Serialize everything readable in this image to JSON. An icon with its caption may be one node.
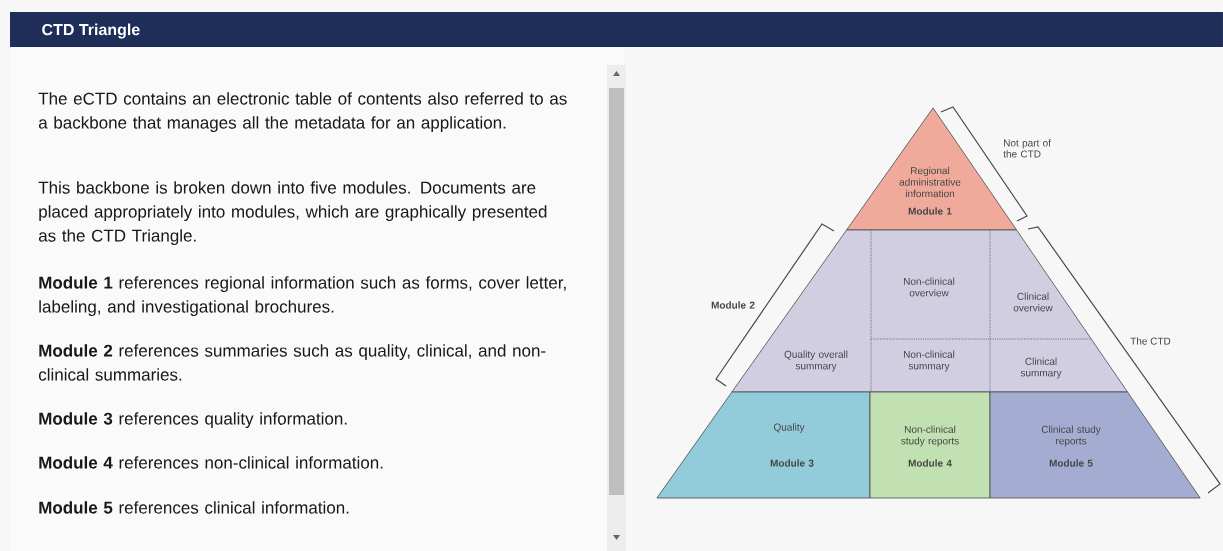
{
  "diagram": {
    "title": "CTD Triangle",
    "nodes": [
      {
        "text": [
          "Regional administrative information",
          "Module 1"
        ]
      },
      {
        "text": [
          "Module 2"
        ]
      },
      {
        "text": [
          "Non-clinical overview"
        ],
        "in": 1
      },
      {
        "text": [
          "Clinical overview"
        ],
        "in": 1
      },
      {
        "text": [
          "Quality overall summary"
        ],
        "in": 1
      },
      {
        "text": [
          "Non-clinical summary"
        ],
        "in": 1
      },
      {
        "text": [
          "Clinical summary"
        ],
        "in": 1
      },
      {
        "text": [
          "Quality",
          "Module 3"
        ]
      },
      {
        "text": [
          "Non-clinical study reports",
          "Module 4"
        ]
      },
      {
        "text": [
          "Clinical study reports",
          "Module 5"
        ]
      }
    ],
    "labels": [
      "The eCTD contains an electronic table of contents also referred to as a backbone that manages all the metadata for an application.",
      "This backbone is broken down into five modules. Documents are placed appropriately into modules, which are graphically presented as the CTD Triangle.",
      "**Module 1** references regional information such as forms, cover letter, labeling, and investigational brochures.",
      "**Module 2** references summaries such as quality, clinical, and non-clinical summaries.",
      "**Module 3** references quality information.",
      "**Module 4** references non-clinical information.",
      "**Module 5** references clinical information.",
      "Not part of the CTD",
      "The CTD"
    ]
  }
}
